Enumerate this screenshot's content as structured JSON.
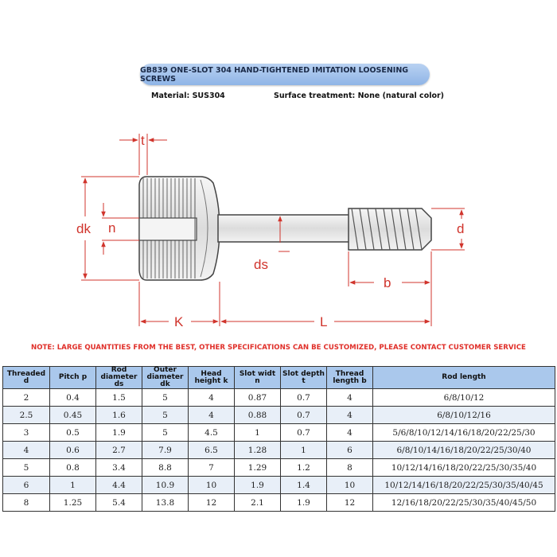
{
  "header": {
    "title": "GB839 ONE-SLOT 304 HAND-TIGHTENED IMITATION LOOSENING SCREWS",
    "material": "Material: SUS304",
    "surface": "Surface treatment: None (natural color)"
  },
  "diagram": {
    "labels": {
      "t": "t",
      "dk": "dk",
      "n": "n",
      "ds": "ds",
      "d": "d",
      "b": "b",
      "K": "K",
      "L": "L"
    },
    "dimension_color": "#d0342c"
  },
  "note": "NOTE: LARGE QUANTITIES FROM THE BEST, OTHER SPECIFICATIONS CAN BE CUSTOMIZED, PLEASE CONTACT CUSTOMER SERVICE",
  "table": {
    "header_color": "#aac8ec",
    "headers": [
      [
        "Threaded d"
      ],
      [
        "Pitch p"
      ],
      [
        "Rod",
        "diameter ds"
      ],
      [
        "Outer",
        "diameter dk"
      ],
      [
        "Head",
        "height k"
      ],
      [
        "Slot widt",
        "n"
      ],
      [
        "Slot depth t"
      ],
      [
        "Thread",
        "length b"
      ],
      [
        "Rod length"
      ]
    ],
    "rows": [
      [
        "2",
        "0.4",
        "1.5",
        "5",
        "4",
        "0.87",
        "0.7",
        "4",
        "6/8/10/12"
      ],
      [
        "2.5",
        "0.45",
        "1.6",
        "5",
        "4",
        "0.88",
        "0.7",
        "4",
        "6/8/10/12/16"
      ],
      [
        "3",
        "0.5",
        "1.9",
        "5",
        "4.5",
        "1",
        "0.7",
        "4",
        "5/6/8/10/12/14/16/18/20/22/25/30"
      ],
      [
        "4",
        "0.6",
        "2.7",
        "7.9",
        "6.5",
        "1.28",
        "1",
        "6",
        "6/8/10/14/16/18/20/22/25/30/40"
      ],
      [
        "5",
        "0.8",
        "3.4",
        "8.8",
        "7",
        "1.29",
        "1.2",
        "8",
        "10/12/14/16/18/20/22/25/30/35/40"
      ],
      [
        "6",
        "1",
        "4.4",
        "10.9",
        "10",
        "1.9",
        "1.4",
        "10",
        "10/12/14/16/18/20/22/25/30/35/40/45"
      ],
      [
        "8",
        "1.25",
        "5.4",
        "13.8",
        "12",
        "2.1",
        "1.9",
        "12",
        "12/16/18/20/22/25/30/35/40/45/50"
      ]
    ]
  }
}
